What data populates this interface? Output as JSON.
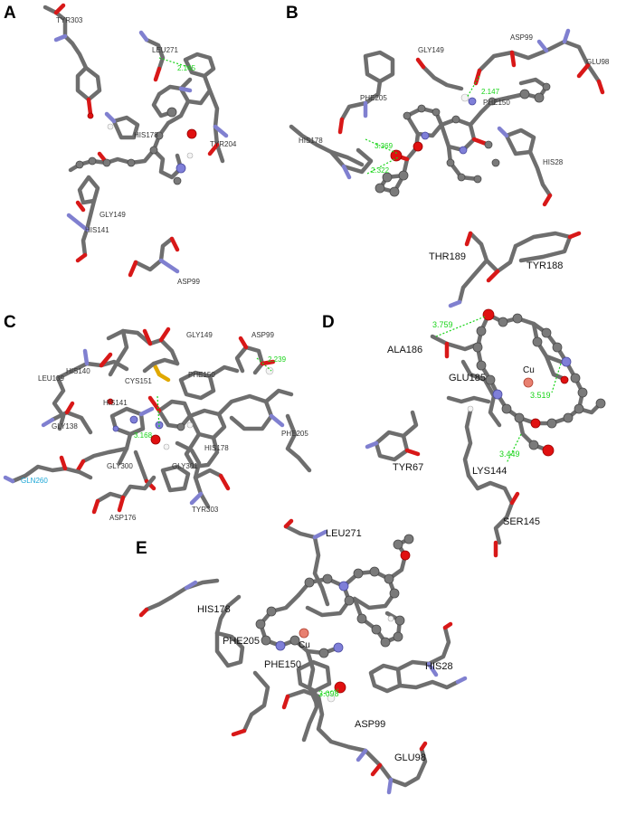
{
  "panels": [
    {
      "letter": "A",
      "residues": [
        "TYR303",
        "LEU271",
        "HIS178",
        "TYR204",
        "GLY149",
        "HIS141",
        "ASP99"
      ],
      "distances": [
        "2.145"
      ]
    },
    {
      "letter": "B",
      "residues": [
        "ASP99",
        "GLY149",
        "GLU98",
        "PHE205",
        "PHE150",
        "HIS178",
        "HIS28"
      ],
      "distances": [
        "2.147",
        "3.369",
        "2.322"
      ]
    },
    {
      "letter": "C",
      "residues": [
        "GLY149",
        "ASP99",
        "HIS140",
        "LEU139",
        "CYS151",
        "PHE150",
        "HIS141",
        "GLY138",
        "PHE205",
        "HIS178",
        "GLY300",
        "GLY301",
        "GLN260",
        "ASP176",
        "TYR303"
      ],
      "distances": [
        "2.239",
        "3.168"
      ]
    },
    {
      "letter": "D",
      "residues": [
        "THR189",
        "TYR188",
        "ALA186",
        "GLU185",
        "TYR67",
        "LYS144",
        "SER145"
      ],
      "distances": [
        "3.759",
        "3.519",
        "3.449"
      ],
      "metal": "Cu"
    },
    {
      "letter": "E",
      "residues": [
        "LEU271",
        "HIS178",
        "PHE205",
        "PHE150",
        "HIS28",
        "ASP99",
        "GLU98"
      ],
      "distances": [
        "3.098"
      ],
      "metal": "Cu"
    }
  ]
}
